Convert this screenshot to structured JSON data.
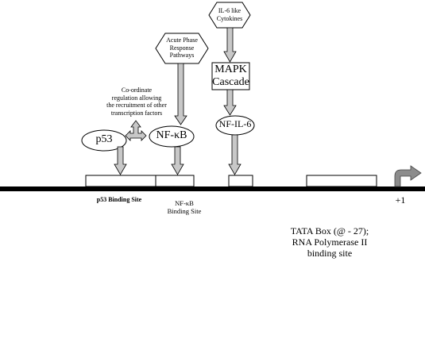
{
  "diagram": {
    "nodes": {
      "il6_cytokines": "IL-6 like\nCytokines",
      "acute_phase": "Acute Phase\nResponse\nPathways",
      "mapk": "MAPK\nCascade",
      "nf_il6": "NF-IL-6",
      "nf_kb": "NF-κB",
      "p53": "p53"
    },
    "notes": {
      "coordinate": "Co-ordinate\nregulation allowing\nthe recruitment of other\ntranscription factors"
    },
    "sites": {
      "p53_site": "p53 Binding Site",
      "nfkb_site": "NF-κB\nBinding Site",
      "tata": "TATA Box (@ - 27);\nRNA Polymerase II\nbinding site"
    },
    "tss": "+1"
  },
  "colors": {
    "arrow_fill": "#c8c8c8",
    "stroke": "#000000",
    "dna": "#000000",
    "tss_arrow": "#8c8c8c"
  }
}
